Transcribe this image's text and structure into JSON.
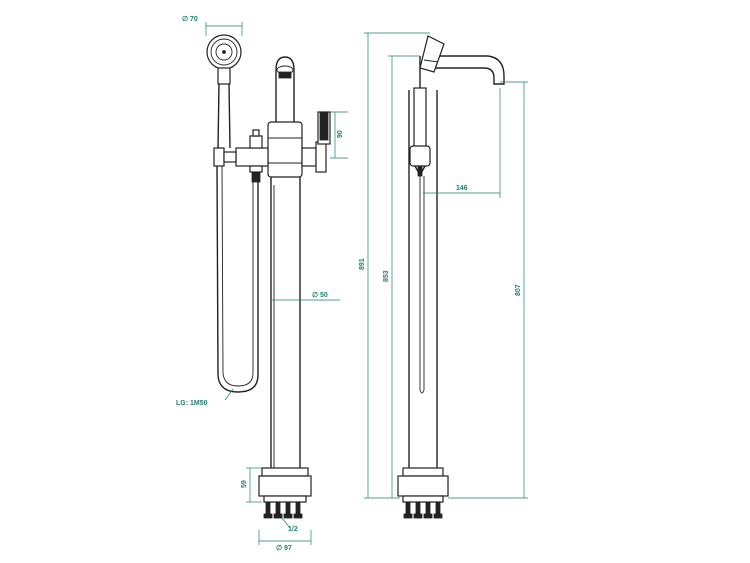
{
  "figure": {
    "description_labels": {
      "diameter_head": "∅ 70",
      "height_handle": "90",
      "spout_reach": "146",
      "diameter_column": "∅ 50",
      "hose_length": "LG: 1M50",
      "overall_height": "891",
      "column_height": "853",
      "spout_height": "807",
      "base_height": "59",
      "thread": "1/2",
      "base_diameter": "∅ 97"
    },
    "colors": {
      "line": "#222222",
      "dimension": "#1e7f6e",
      "background": "#ffffff"
    }
  }
}
